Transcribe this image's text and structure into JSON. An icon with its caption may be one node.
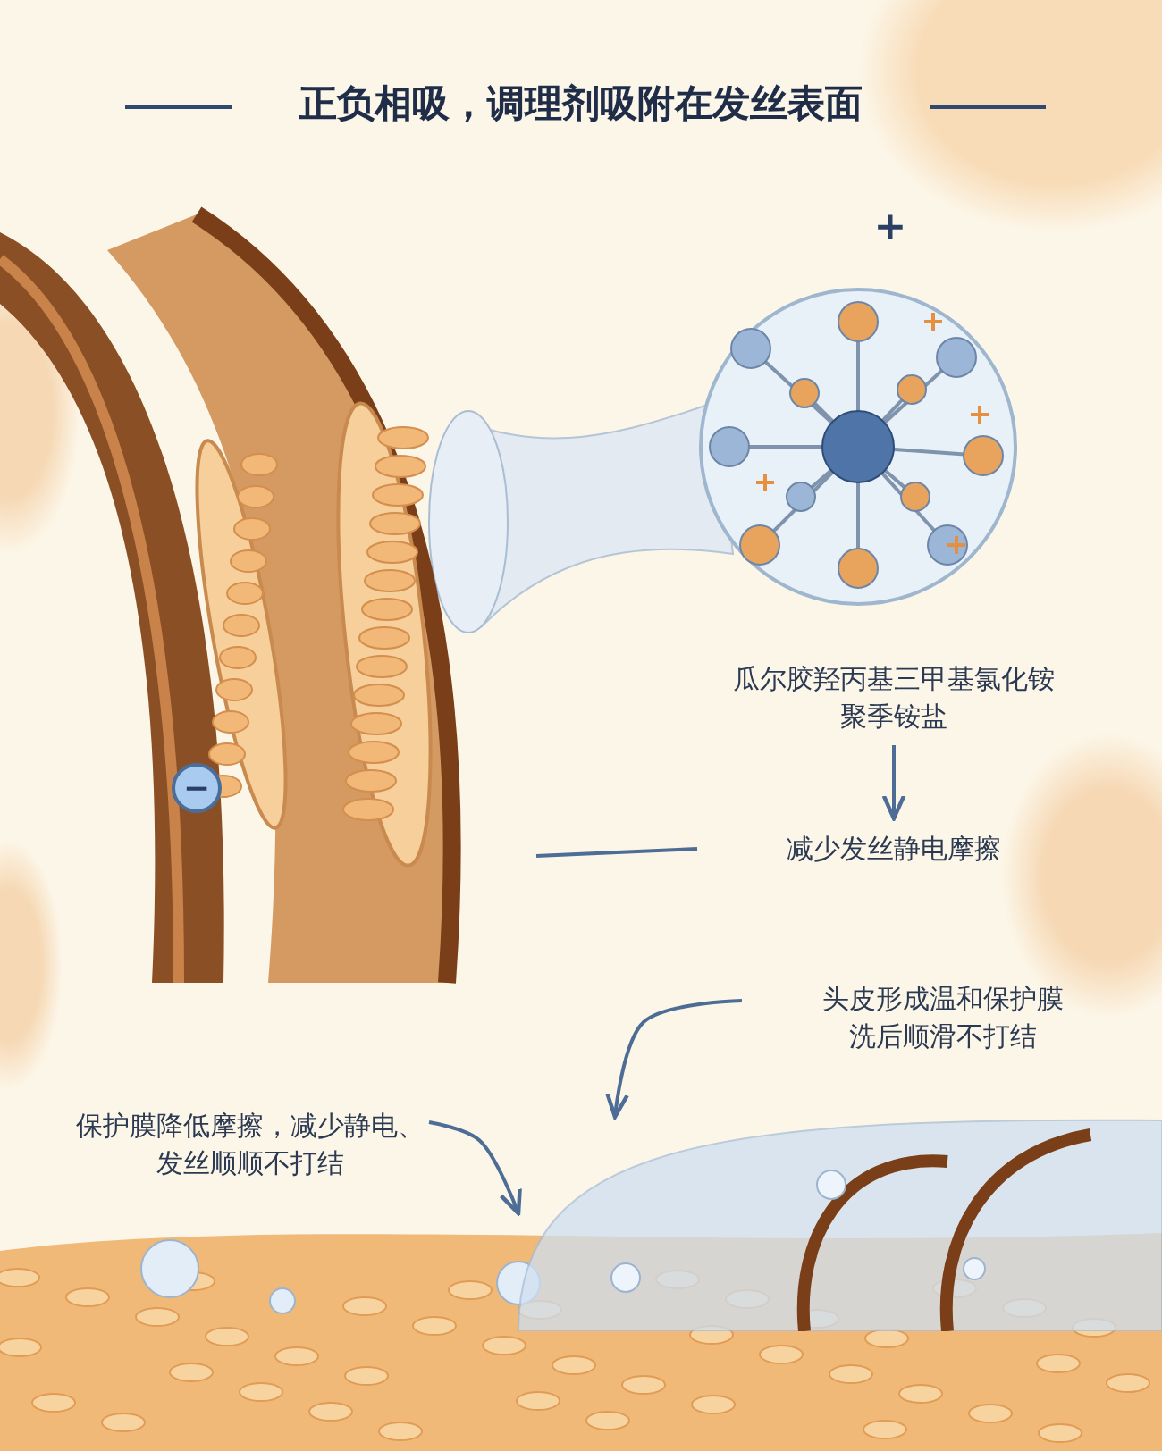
{
  "diagram": {
    "title": "正负相吸，调理剂吸附在发丝表面",
    "nodes": [
      {
        "text": [
          "瓜尔胶羟丙基三甲基氯化铵",
          "聚季铵盐"
        ]
      },
      {
        "text": [
          "减少发丝静电摩擦"
        ]
      },
      {
        "text": [],
        "shape": "picture"
      },
      {
        "text": [
          "头皮形成温和保护膜",
          "洗后顺滑不打结"
        ]
      },
      {
        "text": [
          "保护膜降低摩擦，减少静电、发丝顺顺不打结"
        ]
      },
      {
        "text": [],
        "shape": "picture"
      }
    ],
    "edges": [
      {
        "from": 0,
        "to": 1,
        "arrow": "to"
      },
      {
        "from": 1,
        "to": 2,
        "arrow": "none"
      },
      {
        "from": 3,
        "to": 5,
        "arrow": "to"
      },
      {
        "from": 4,
        "to": 5,
        "arrow": "to"
      }
    ],
    "labels": [
      "+",
      "−"
    ]
  }
}
